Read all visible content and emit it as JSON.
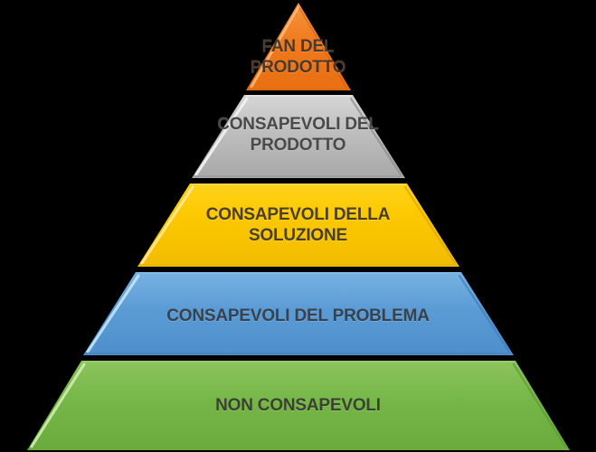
{
  "diagram": {
    "type": "pyramid",
    "title": "",
    "background_color": "#000000",
    "language": "it",
    "orientation": "apex-up",
    "tier_count": 5,
    "tiers": [
      {
        "id": "fan-del-prodotto",
        "rank": 1,
        "position": "top",
        "label_lines": [
          "FAN DEL",
          "PRODOTTO"
        ],
        "label_text": "FAN DEL PRODOTTO",
        "fill_color": "#F07A1E",
        "fill_color_light": "#F79646",
        "fill_color_dark": "#E2690C",
        "edge_highlight_color": "#FBC08A",
        "text_color": "#4A3A2C"
      },
      {
        "id": "consapevoli-del-prodotto",
        "rank": 2,
        "position": "upper-middle",
        "label_lines": [
          "CONSAPEVOLI DEL",
          "PRODOTTO"
        ],
        "label_text": "CONSAPEVOLI DEL PRODOTTO",
        "fill_color": "#B7B7B7",
        "fill_color_light": "#D4D4D4",
        "fill_color_dark": "#9C9C9C",
        "edge_highlight_color": "#F2F2F2",
        "text_color": "#4A4A4A"
      },
      {
        "id": "consapevoli-della-soluzione",
        "rank": 3,
        "position": "middle",
        "label_lines": [
          "CONSAPEVOLI DELLA",
          "SOLUZIONE"
        ],
        "label_text": "CONSAPEVOLI DELLA SOLUZIONE",
        "fill_color": "#FCC800",
        "fill_color_light": "#FFD833",
        "fill_color_dark": "#F0B800",
        "edge_highlight_color": "#FFE9A0",
        "text_color": "#4A3F22"
      },
      {
        "id": "consapevoli-del-problema",
        "rank": 4,
        "position": "lower-middle",
        "label_lines": [
          "CONSAPEVOLI DEL PROBLEMA"
        ],
        "label_text": "CONSAPEVOLI DEL PROBLEMA",
        "fill_color": "#5B9BD5",
        "fill_color_light": "#7FB8E6",
        "fill_color_dark": "#4A8AC4",
        "edge_highlight_color": "#BEE2FA",
        "text_color": "#38424C"
      },
      {
        "id": "non-consapevoli",
        "rank": 5,
        "position": "base",
        "label_lines": [
          "NON CONSAPEVOLI"
        ],
        "label_text": "NON CONSAPEVOLI",
        "fill_color": "#76B648",
        "fill_color_light": "#92CA63",
        "fill_color_dark": "#68A63C",
        "edge_highlight_color": "#CDEBAE",
        "text_color": "#3A4230"
      }
    ]
  }
}
